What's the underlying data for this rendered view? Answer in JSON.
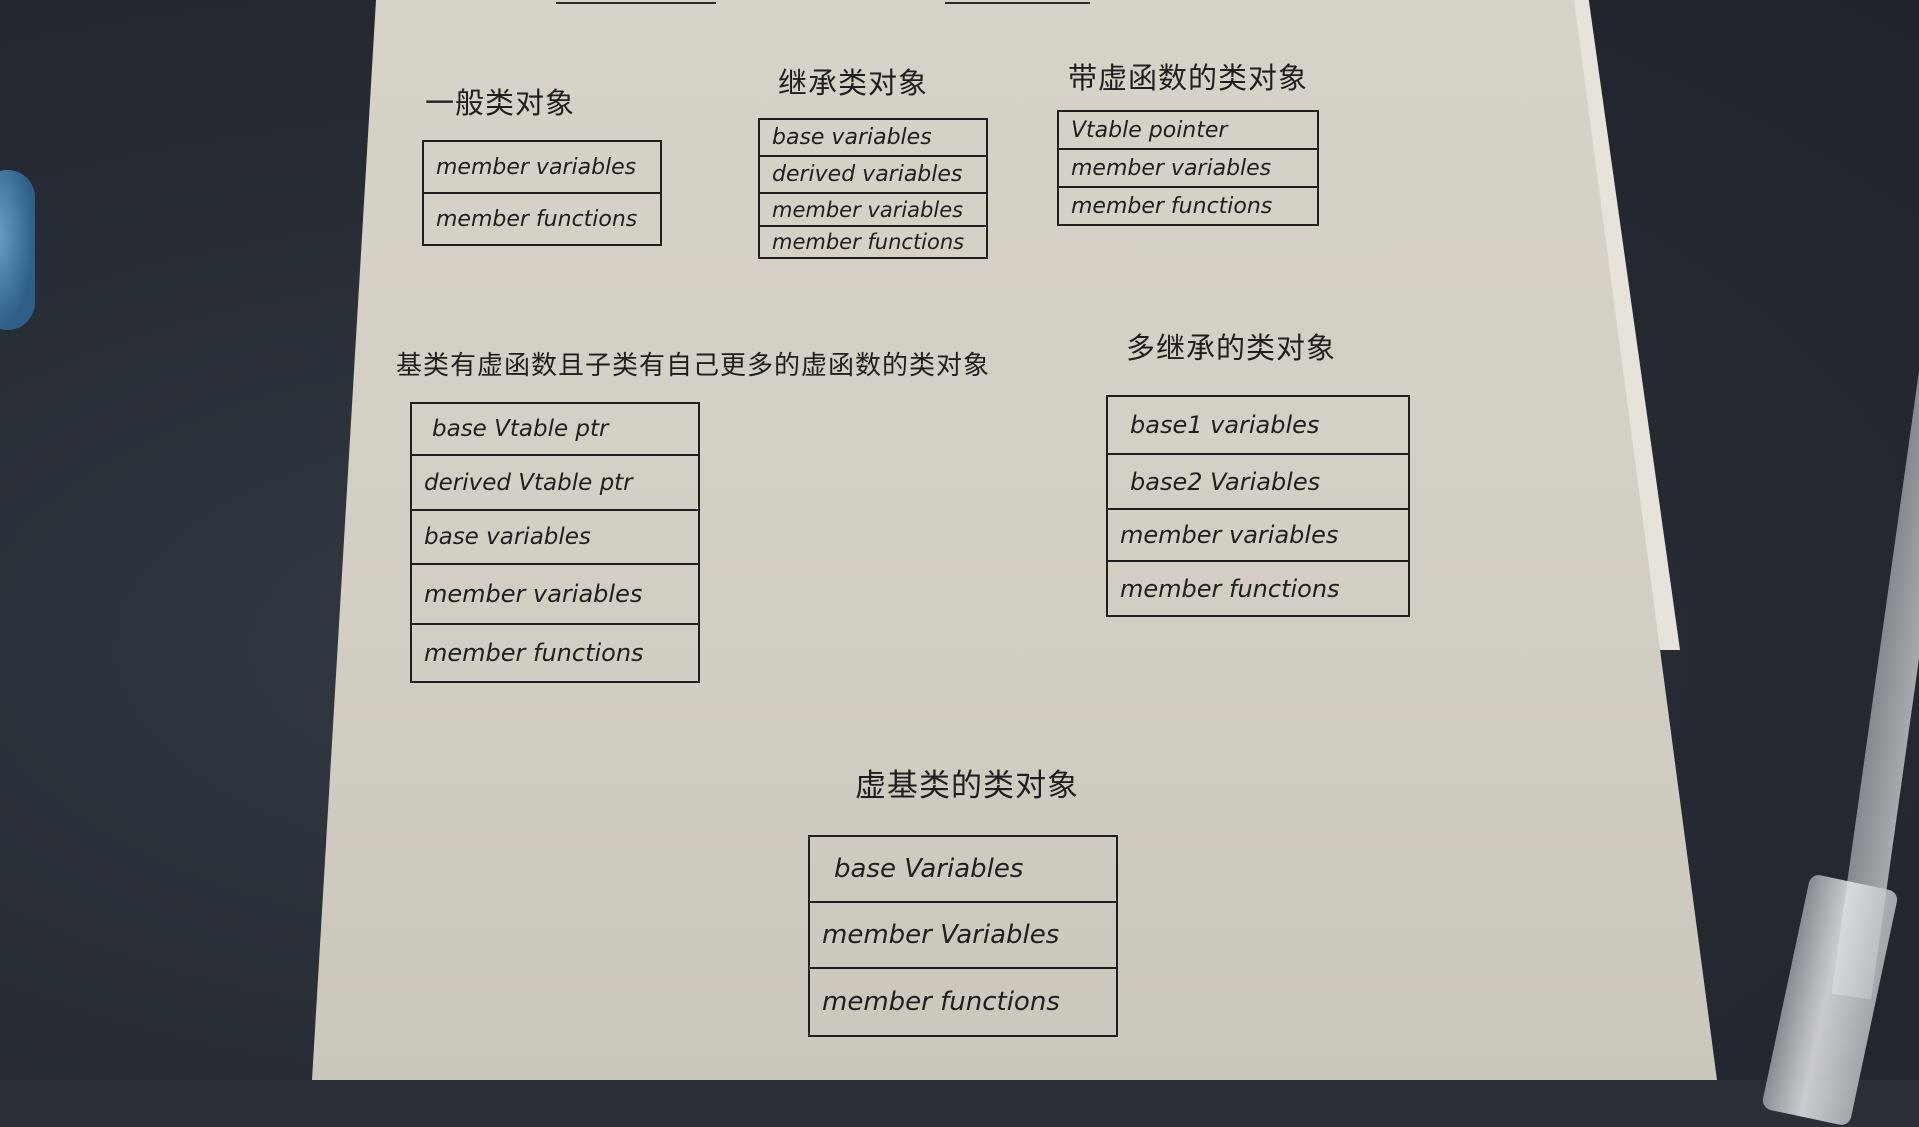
{
  "diagrams": {
    "general": {
      "title": "一般类对象",
      "rows": [
        "member variables",
        "member functions"
      ]
    },
    "inherited": {
      "title": "继承类对象",
      "rows": [
        "base variables",
        "derived variables",
        "member variables",
        "member functions"
      ]
    },
    "virtual_func": {
      "title": "带虚函数的类对象",
      "rows": [
        "Vtable pointer",
        "member variables",
        "member functions"
      ]
    },
    "base_virtual_derived": {
      "title": "基类有虚函数且子类有自己更多的虚函数的类对象",
      "rows": [
        "base Vtable ptr",
        "derived Vtable ptr",
        "base variables",
        "member variables",
        "member functions"
      ]
    },
    "multiple_inheritance": {
      "title": "多继承的类对象",
      "rows": [
        "base1 variables",
        "base2 Variables",
        "member variables",
        "member functions"
      ]
    },
    "virtual_base": {
      "title": "虚基类的类对象",
      "rows": [
        "base Variables",
        "member Variables",
        "member functions"
      ]
    }
  },
  "colors": {
    "ink": "#1e1e1e",
    "paper": "#d4cfc5",
    "desk": "#2b3038"
  }
}
